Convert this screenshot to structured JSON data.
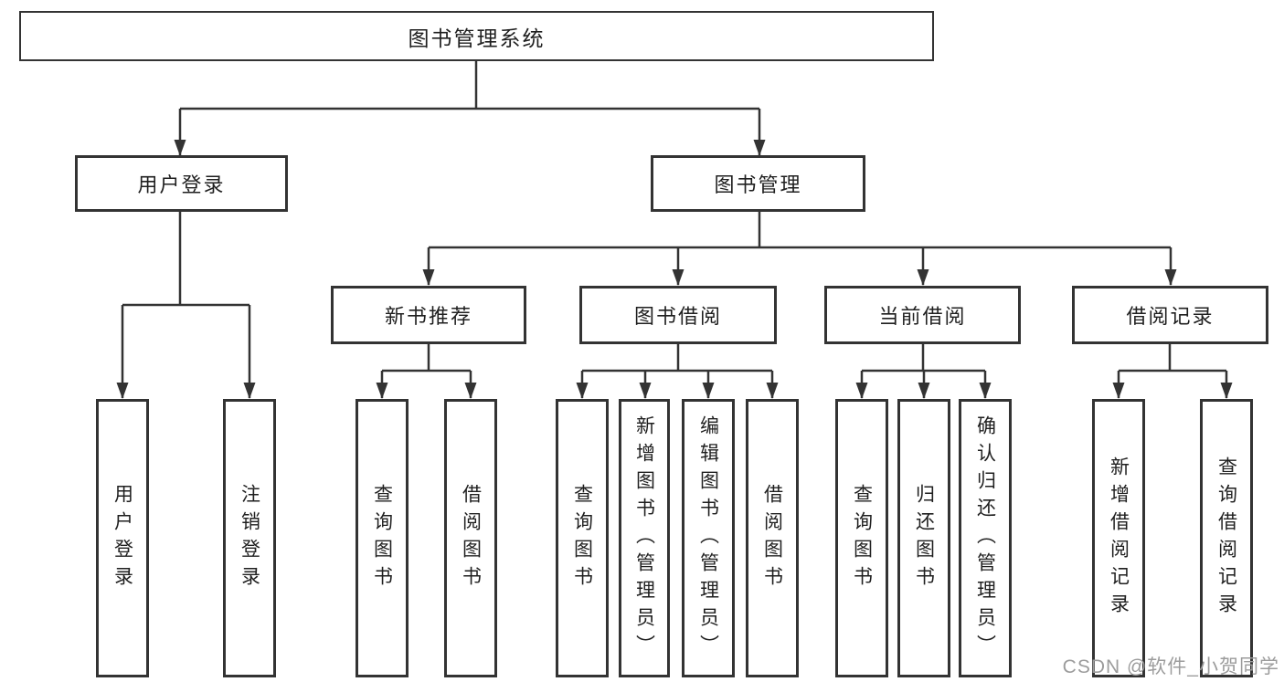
{
  "diagram_title": "图书管理系统",
  "tree": {
    "label": "图书管理系统",
    "children": [
      {
        "label": "用户登录",
        "children": [
          {
            "label": "用户登录"
          },
          {
            "label": "注销登录"
          }
        ]
      },
      {
        "label": "图书管理",
        "children": [
          {
            "label": "新书推荐",
            "children": [
              {
                "label": "查询图书"
              },
              {
                "label": "借阅图书"
              }
            ]
          },
          {
            "label": "图书借阅",
            "children": [
              {
                "label": "查询图书"
              },
              {
                "label": "新增图书（管理员）"
              },
              {
                "label": "编辑图书（管理员）"
              },
              {
                "label": "借阅图书"
              }
            ]
          },
          {
            "label": "当前借阅",
            "children": [
              {
                "label": "查询图书"
              },
              {
                "label": "归还图书"
              },
              {
                "label": "确认归还（管理员）"
              }
            ]
          },
          {
            "label": "借阅记录",
            "children": [
              {
                "label": "新增借阅记录"
              },
              {
                "label": "查询借阅记录"
              }
            ]
          }
        ]
      }
    ]
  },
  "watermark": {
    "text": "CSDN @软件_小贺同学"
  },
  "colors": {
    "line": "#333333",
    "box_border": "#333333",
    "text": "#1f1f1f",
    "background": "#ffffff",
    "watermark": "#9c9c9c"
  }
}
